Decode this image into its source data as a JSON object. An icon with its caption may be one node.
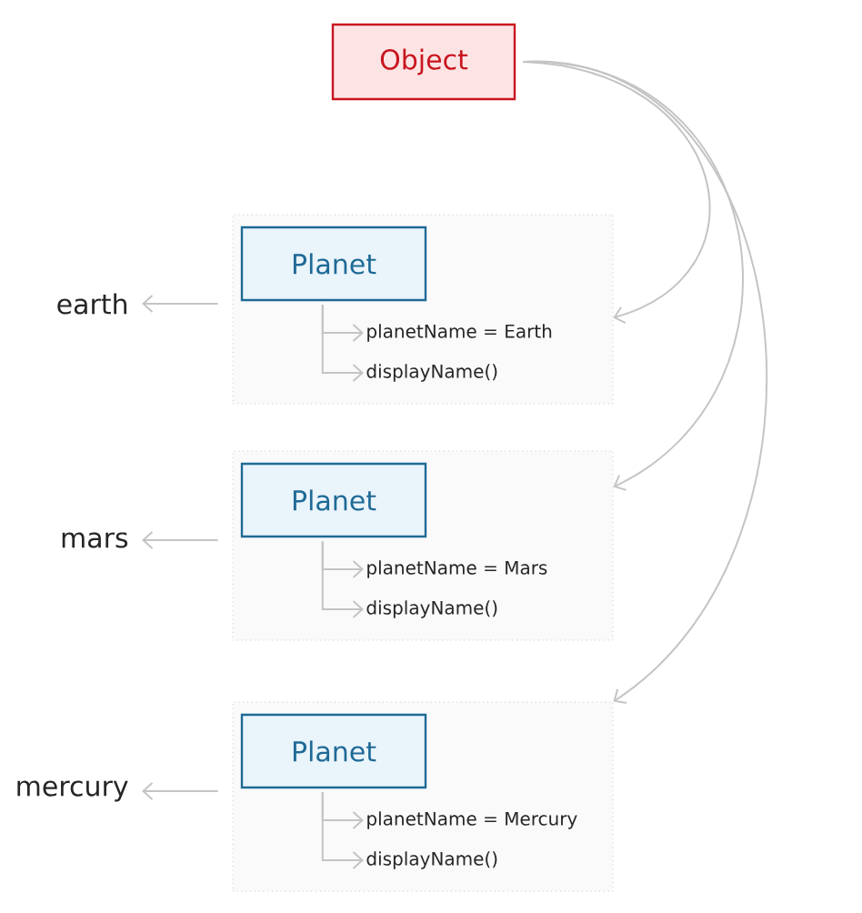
{
  "diagram": {
    "nodes": [
      {
        "text": [
          "Object"
        ]
      },
      {
        "text": [],
        "shape": "box"
      },
      {
        "text": [
          "Planet"
        ],
        "in": 1
      },
      {
        "text": [
          "planetName = Earth"
        ],
        "in": 1
      },
      {
        "text": [
          "displayName()"
        ],
        "in": 1
      },
      {
        "text": [
          "earth"
        ]
      },
      {
        "text": [],
        "shape": "box"
      },
      {
        "text": [
          "Planet"
        ],
        "in": 6
      },
      {
        "text": [
          "planetName = Mars"
        ],
        "in": 6
      },
      {
        "text": [
          "displayName()"
        ],
        "in": 6
      },
      {
        "text": [
          "mars"
        ]
      },
      {
        "text": [],
        "shape": "box"
      },
      {
        "text": [
          "Planet"
        ],
        "in": 11
      },
      {
        "text": [
          "planetName = Mercury"
        ],
        "in": 11
      },
      {
        "text": [
          "displayName()"
        ],
        "in": 11
      },
      {
        "text": [
          "mercury"
        ]
      }
    ],
    "edges": [
      {
        "from": 0,
        "to": 1,
        "arrow": "to"
      },
      {
        "from": 0,
        "to": 6,
        "arrow": "to"
      },
      {
        "from": 0,
        "to": 11,
        "arrow": "to"
      },
      {
        "from": 1,
        "to": 5,
        "arrow": "to"
      },
      {
        "from": 2,
        "to": 3,
        "arrow": "to"
      },
      {
        "from": 2,
        "to": 4,
        "arrow": "to"
      },
      {
        "from": 6,
        "to": 10,
        "arrow": "to"
      },
      {
        "from": 7,
        "to": 8,
        "arrow": "to"
      },
      {
        "from": 7,
        "to": 9,
        "arrow": "to"
      },
      {
        "from": 11,
        "to": 15,
        "arrow": "to"
      },
      {
        "from": 12,
        "to": 13,
        "arrow": "to"
      },
      {
        "from": 12,
        "to": 14,
        "arrow": "to"
      }
    ]
  }
}
